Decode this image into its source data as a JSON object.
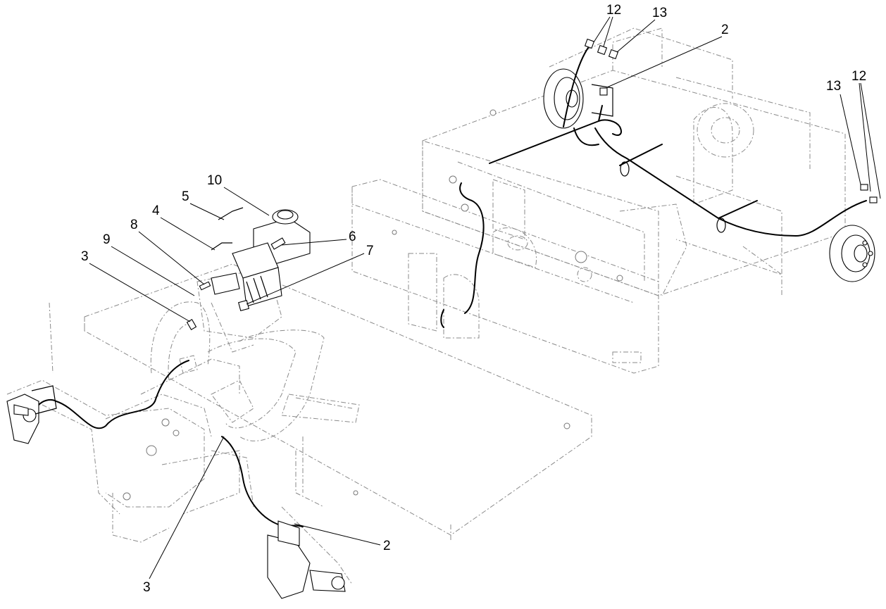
{
  "callouts": [
    {
      "id": "c12a",
      "label": "12"
    },
    {
      "id": "c13a",
      "label": "13"
    },
    {
      "id": "c2a",
      "label": "2"
    },
    {
      "id": "c13b",
      "label": "13"
    },
    {
      "id": "c12b",
      "label": "12"
    },
    {
      "id": "c10",
      "label": "10"
    },
    {
      "id": "c5",
      "label": "5"
    },
    {
      "id": "c4",
      "label": "4"
    },
    {
      "id": "c8",
      "label": "8"
    },
    {
      "id": "c9",
      "label": "9"
    },
    {
      "id": "c3a",
      "label": "3"
    },
    {
      "id": "c6",
      "label": "6"
    },
    {
      "id": "c7",
      "label": "7"
    },
    {
      "id": "c2b",
      "label": "2"
    },
    {
      "id": "c3b",
      "label": "3"
    }
  ]
}
